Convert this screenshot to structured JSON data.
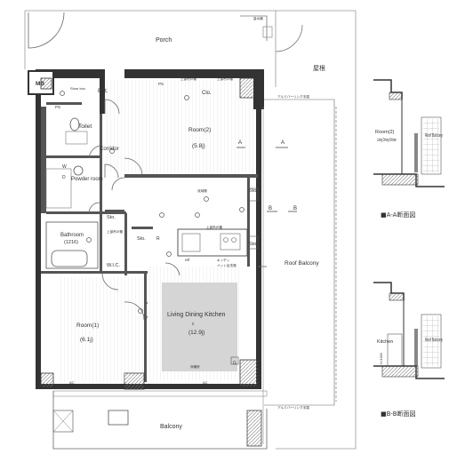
{
  "rooms": {
    "porch": "Porch",
    "mb": "MB",
    "ent": "Ent.",
    "shoe_box": "Shoe box",
    "ps_left": "PS",
    "ps_top": "PS",
    "toilet": "Toilet",
    "corridor": "Corridor",
    "powder_room": "Powder room",
    "bathroom": "Bathroom",
    "bathroom_size": "(1216)",
    "sto_1": "Sto.",
    "sto_2": "Sto.",
    "sto_3": "Sto.",
    "sto_4": "Sto.",
    "wic": "W.I.C.",
    "room1": "Room(1)",
    "room1_size": "(6.1j)",
    "room2": "Room(2)",
    "room2_size": "(5.8j)",
    "ldk": "Living Dining Kitchen",
    "ldk_size": "(12.9j)",
    "roof_balcony": "Roof Balcony",
    "balcony": "Balcony",
    "clo": "Clo.",
    "r": "R",
    "w": "W",
    "d": "D",
    "ref": "ref",
    "c_mark": "c",
    "g_mark": "G"
  },
  "misc_labels": {
    "roof_kanji": "屋根",
    "rail_top": "アルミバーリング手摺",
    "rail_bottom": "アルミバーリング手摺",
    "shelf_1": "上部吊戸棚",
    "shelf_2": "上部吊戸棚",
    "shelf_3": "上部吊戸棚",
    "shelf_4": "上部吊戸棚",
    "kitchen_counter": "キッチン",
    "sink_area": "ペット足洗場",
    "window_mark": "床暖房",
    "cabinet": "収納棚",
    "meter": "量水器",
    "ac_1": "AC",
    "ac_2": "AC"
  },
  "section_markers": {
    "a": "A",
    "b": "B"
  },
  "sections": {
    "aa": {
      "room_label": "Room(2)",
      "ldk_label": "Living Dining Kitchen",
      "roof_label": "Roof Balcony",
      "caption": "■A-A断面図"
    },
    "bb": {
      "kitchen_label": "Kitchen",
      "roof_label": "Roof Balcony",
      "height_note": "H=1600",
      "caption": "■B-B断面図"
    }
  }
}
